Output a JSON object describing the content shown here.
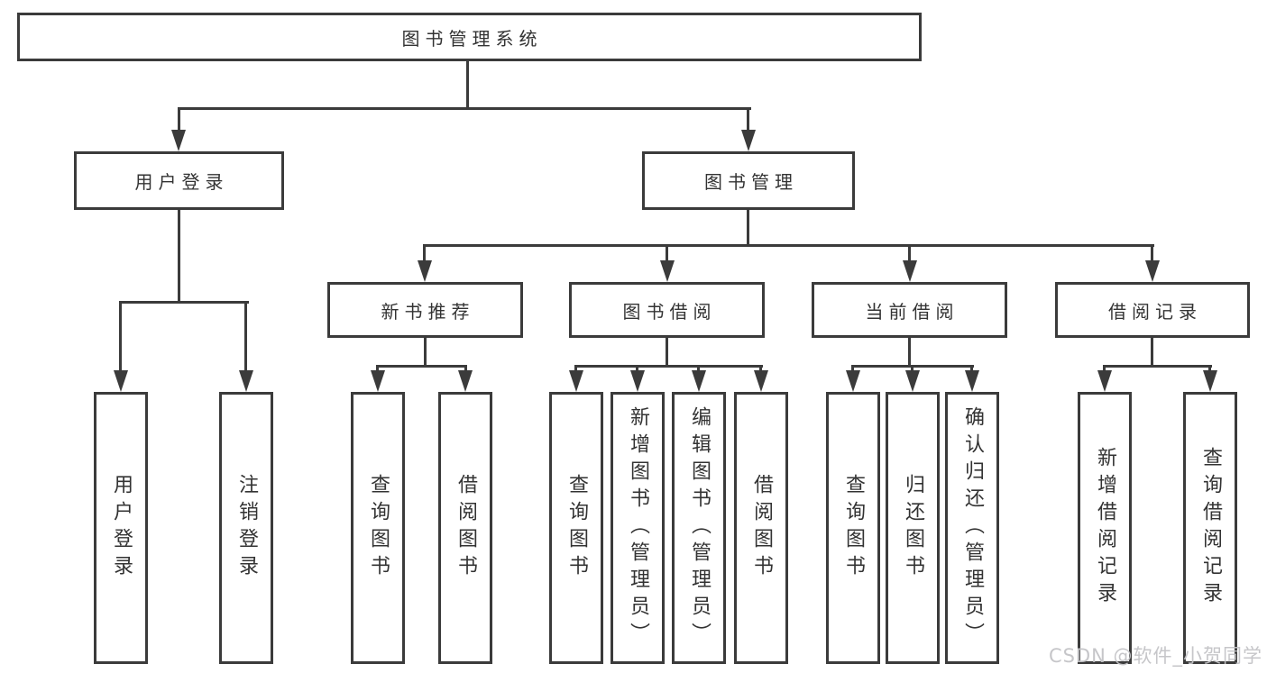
{
  "diagram": {
    "root": {
      "label": "图书管理系统"
    },
    "level2": [
      {
        "label": "用户登录"
      },
      {
        "label": "图书管理"
      }
    ],
    "level3": [
      {
        "label": "新书推荐"
      },
      {
        "label": "图书借阅"
      },
      {
        "label": "当前借阅"
      },
      {
        "label": "借阅记录"
      }
    ],
    "leaves": {
      "user_login": [
        "用户登录",
        "注销登录"
      ],
      "new_book_recommend": [
        "查询图书",
        "借阅图书"
      ],
      "book_borrow": [
        "查询图书",
        "新增图书（管理员）",
        "编辑图书（管理员）",
        "借阅图书"
      ],
      "current_borrow": [
        "查询图书",
        "归还图书",
        "确认归还（管理员）"
      ],
      "borrow_record": [
        "新增借阅记录",
        "查询借阅记录"
      ]
    },
    "watermark": "CSDN @软件_小贺同学",
    "colors": {
      "line": "#3b3b3b",
      "text": "#333333",
      "watermark": "#c3c3c6",
      "background": "#ffffff"
    }
  }
}
